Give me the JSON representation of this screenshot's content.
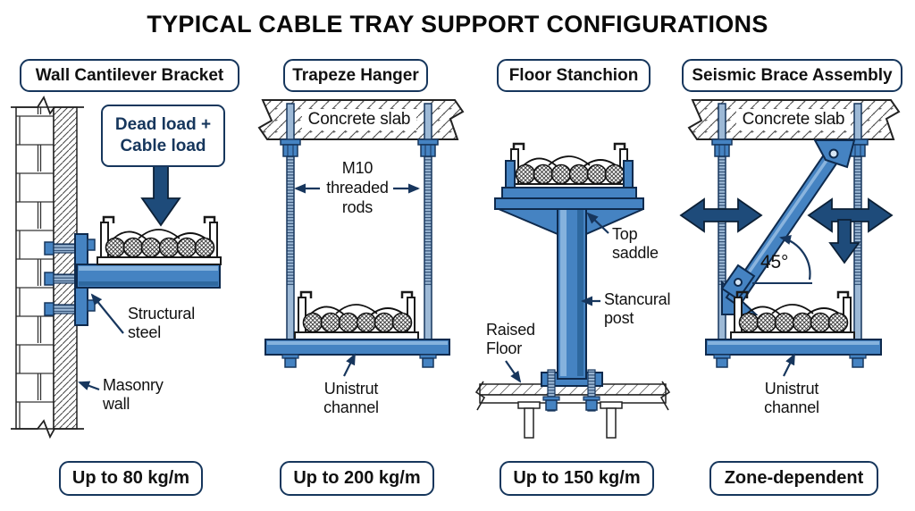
{
  "title": "TYPICAL CABLE TRAY SUPPORT CONFIGURATIONS",
  "colors": {
    "steel_blue": "#4583c2",
    "steel_highlight": "#85b2dd",
    "steel_shade": "#2e689f",
    "navy": "#17365d",
    "arrow_navy": "#1e4b7a",
    "outline": "#0e2a4d",
    "text": "#111111"
  },
  "panels": [
    {
      "header": "Wall Cantilever Bracket",
      "capacity": "Up to 80 kg/m",
      "load_label": [
        "Dead load +",
        "Cable load"
      ],
      "labels": {
        "structural_steel": [
          "Structural",
          "steel"
        ],
        "masonry_wall": [
          "Masonry",
          "wall"
        ]
      }
    },
    {
      "header": "Trapeze Hanger",
      "capacity": "Up to 200 kg/m",
      "slab": "Concrete slab",
      "labels": {
        "rods": [
          "M10",
          "threaded",
          "rods"
        ],
        "unistrut": [
          "Unistrut",
          "channel"
        ]
      }
    },
    {
      "header": "Floor Stanchion",
      "capacity": "Up to 150 kg/m",
      "labels": {
        "top_saddle": [
          "Top",
          "saddle"
        ],
        "post": [
          "Stancural",
          "post"
        ],
        "raised_floor": [
          "Raised",
          "Floor"
        ]
      }
    },
    {
      "header": "Seismic Brace Assembly",
      "capacity": "Zone-dependent",
      "slab": "Concrete slab",
      "labels": {
        "angle": "45°",
        "unistrut": [
          "Unistrut",
          "channel"
        ]
      }
    }
  ]
}
